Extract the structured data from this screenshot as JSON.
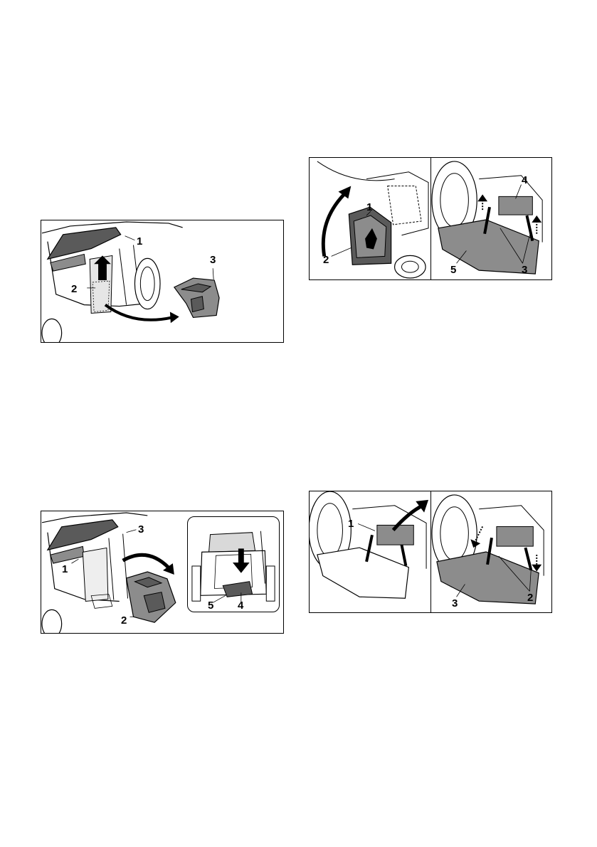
{
  "figures": [
    {
      "callouts": [
        "1",
        "2",
        "3"
      ]
    },
    {
      "callouts": [
        "1",
        "2",
        "3"
      ],
      "inset_callouts": [
        "4",
        "5"
      ]
    },
    {
      "left_callouts": [
        "1",
        "2"
      ],
      "right_callouts": [
        "4",
        "5",
        "3"
      ]
    },
    {
      "left_callouts": [
        "1"
      ],
      "right_callouts": [
        "3",
        "2"
      ]
    }
  ],
  "colors": {
    "line": "#000000",
    "part_fill": "#8c8c8c",
    "dark_fill": "#5a5a5a",
    "light_fill": "#d9d9d9"
  }
}
